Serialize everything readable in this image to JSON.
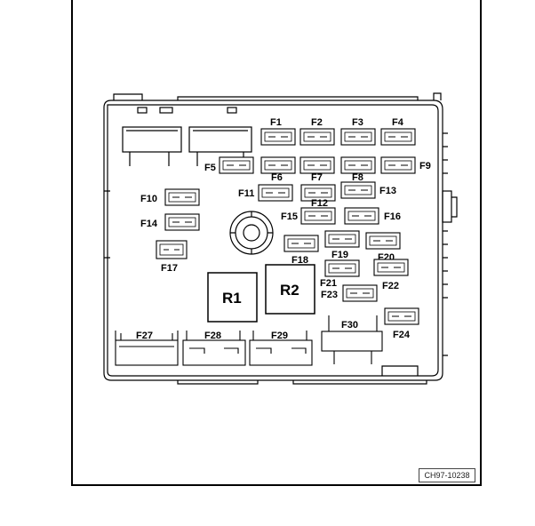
{
  "diagram": {
    "reference": "CH97-10238",
    "fuses": [
      {
        "id": "F1",
        "label": "F1"
      },
      {
        "id": "F2",
        "label": "F2"
      },
      {
        "id": "F3",
        "label": "F3"
      },
      {
        "id": "F4",
        "label": "F4"
      },
      {
        "id": "F5",
        "label": "F5"
      },
      {
        "id": "F6",
        "label": "F6"
      },
      {
        "id": "F7",
        "label": "F7"
      },
      {
        "id": "F8",
        "label": "F8"
      },
      {
        "id": "F9",
        "label": "F9"
      },
      {
        "id": "F10",
        "label": "F10"
      },
      {
        "id": "F11",
        "label": "F11"
      },
      {
        "id": "F12",
        "label": "F12"
      },
      {
        "id": "F13",
        "label": "F13"
      },
      {
        "id": "F14",
        "label": "F14"
      },
      {
        "id": "F15",
        "label": "F15"
      },
      {
        "id": "F16",
        "label": "F16"
      },
      {
        "id": "F17",
        "label": "F17"
      },
      {
        "id": "F18",
        "label": "F18"
      },
      {
        "id": "F19",
        "label": "F19"
      },
      {
        "id": "F20",
        "label": "F20"
      },
      {
        "id": "F21",
        "label": "F21"
      },
      {
        "id": "F22",
        "label": "F22"
      },
      {
        "id": "F23",
        "label": "F23"
      },
      {
        "id": "F24",
        "label": "F24"
      },
      {
        "id": "F27",
        "label": "F27"
      },
      {
        "id": "F28",
        "label": "F28"
      },
      {
        "id": "F29",
        "label": "F29"
      },
      {
        "id": "F30",
        "label": "F30"
      }
    ],
    "relays": [
      {
        "id": "R1",
        "label": "R1"
      },
      {
        "id": "R2",
        "label": "R2"
      }
    ]
  }
}
